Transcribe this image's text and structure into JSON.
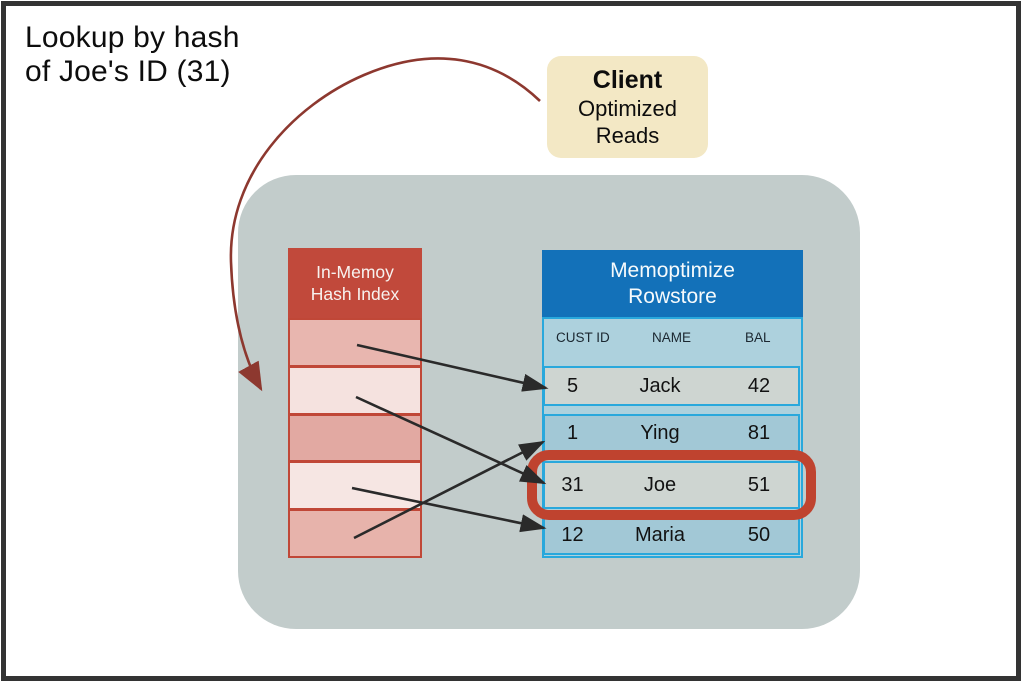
{
  "page": {
    "title_lines": [
      "Lookup by hash",
      "of Joe's ID (31)"
    ]
  },
  "client_box": {
    "title": "Client",
    "subtitle_lines": [
      "Optimized",
      "Reads"
    ]
  },
  "hash_index": {
    "title_lines": [
      "In-Memoy",
      "Hash Index"
    ],
    "cell_count": 5
  },
  "rowstore": {
    "title_lines": [
      "Memoptimize",
      "Rowstore"
    ],
    "columns": [
      "CUST ID",
      "NAME",
      "BAL"
    ],
    "rows": [
      {
        "cust_id": "5",
        "name": "Jack",
        "bal": "42",
        "highlighted": false
      },
      {
        "cust_id": "1",
        "name": "Ying",
        "bal": "81",
        "highlighted": false
      },
      {
        "cust_id": "31",
        "name": "Joe",
        "bal": "51",
        "highlighted": true
      },
      {
        "cust_id": "12",
        "name": "Maria",
        "bal": "50",
        "highlighted": false
      }
    ]
  },
  "connections": {
    "hash_to_rows": [
      {
        "from": "hash-cell-1",
        "to": "row-5-jack"
      },
      {
        "from": "hash-cell-2",
        "to": "row-31-joe"
      },
      {
        "from": "hash-cell-4",
        "to": "row-12-maria"
      },
      {
        "from": "hash-cell-5",
        "to": "row-1-ying"
      }
    ],
    "client_lookup": {
      "from": "client-box",
      "to": "in-memory-hash-index",
      "style": "curved-red-arrow"
    }
  },
  "colors": {
    "highlight_red": "#bf432f",
    "hash_header_red": "#c1493b",
    "hash_border_red": "#c04737",
    "rowstore_header_blue": "#1371b9",
    "row_border_cyan": "#29a8dc",
    "table_body_blue": "#add1dd",
    "container_gray": "#c2cccb",
    "client_cream": "#f3e8c5",
    "arrow_black": "#2a2a2a",
    "curve_red": "#8d382f"
  }
}
